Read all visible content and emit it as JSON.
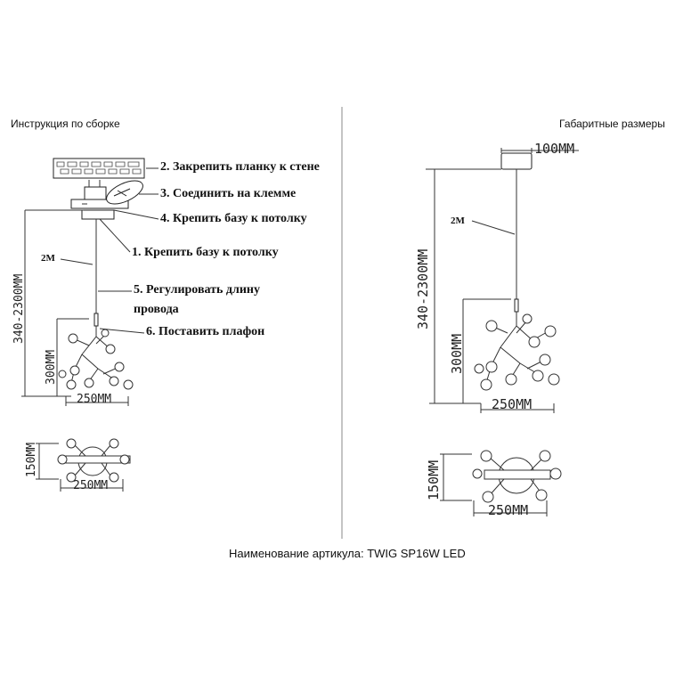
{
  "headers": {
    "left": "Инструкция по сборке",
    "right": "Габаритные размеры"
  },
  "steps": {
    "s2": "2. Закрепить планку к стене",
    "s3": "3. Соединить на клемме",
    "s4": "4. Крепить базу к потолку",
    "s1": "1. Крепить базу к потолку",
    "s5_line1": "5. Регулировать длину",
    "s5_line2": "провода",
    "s6": "6. Поставить плафон"
  },
  "dimensions": {
    "cable": "2M",
    "height_range": "340-2300MM",
    "fixture_height": "300MM",
    "width": "250MM",
    "depth": "150MM",
    "base_width": "100MM"
  },
  "footer": {
    "article": "Наименование артикула: TWIG SP16W LED"
  }
}
